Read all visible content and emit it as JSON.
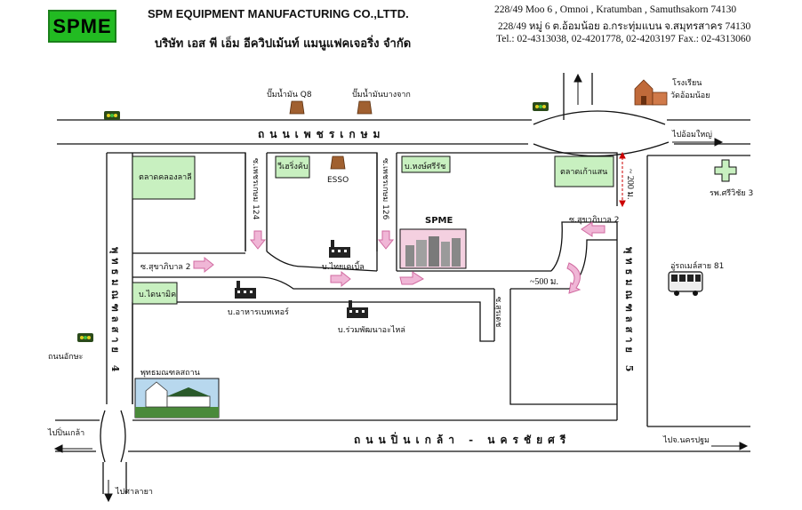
{
  "header": {
    "logo": "SPME",
    "company_en": "SPM EQUIPMENT MANUFACTURING CO.,LTTD.",
    "company_th": "บริษัท เอส พี เอ็ม อีควิปเม้นท์ แมนูแฟคเจอริ่ง จำกัด",
    "address_en": "228/49 Moo 6 , Omnoi , Kratumban , Samuthsakorn 74130",
    "address_th": "228/49 หมู่ 6 ต.อ้อมน้อย อ.กระทุ่มแบน จ.สมุทรสาคร 74130",
    "contact": "Tel.: 02-4313038, 02-4201778, 02-4203197 Fax.: 02-4313060"
  },
  "roads": {
    "phetkasem": "ถนนเพชรเกษม",
    "pinklao": "ถนนปิ่นเกล้า - นครชัยศรี",
    "phutthamonthon_4": "พุทธมณฑลสาย 4",
    "phutthamonthon_5": "พุทธมณฑลสาย 5",
    "soi_124": "ซ.เพชรเกษม 124",
    "soi_126": "ซ.เพชรเกษม 126",
    "soi_sukha_2_left": "ซ.สุขาภิบาล 2",
    "soi_sukha_2_right": "ซ.สุขาภิบาล 2",
    "soi_sura": "ซ.สุรเดช"
  },
  "directions": {
    "to_omyai": "ไปอ้อมใหญ่",
    "to_pinklao": "ไปปิ่นเกล้า",
    "to_nakhonpathom": "ไปจ.นครปฐม",
    "to_salaya": "ไปศาลายา",
    "to_aksa": "ถนนอักษะ"
  },
  "places": {
    "q8": "ปั๊มน้ำมัน Q8",
    "bangchak": "ปั๊มน้ำมันบางจาก",
    "temple_school": "โรงเรียน",
    "temple_school_2": "วัดอ้อมน้อย",
    "talat_lalalee": "ตลาดคลองลาลี",
    "fresh_market": "ตลาดเก้าแสน",
    "wai_reng": "วีเฮริ่งค้บ",
    "esso": "ESSO",
    "siam_road": "บ.หงษ์ศรีรัช",
    "spme": "SPME",
    "thai_cable": "บ.ไทยเคเบิ้ล",
    "tairong": "บ.อาหารเบทเทอร์",
    "ruam": "บ.ร่วมพัฒนาอะไหล่",
    "kaisorn": "บ.ไดนามิค",
    "hospital": "รพ.ศรีวิชัย 3",
    "bus": "อู่รถเมล์สาย 81",
    "church": "พุทธมณฑลสถาน"
  },
  "distances": {
    "d200": "~ 200 ม.",
    "d500": "~500 ม."
  },
  "colors": {
    "logo_bg": "#22bb22",
    "lot_green": "#c8f0c0",
    "arrow_pink": "#f0b6d6",
    "road_line": "#111111"
  }
}
